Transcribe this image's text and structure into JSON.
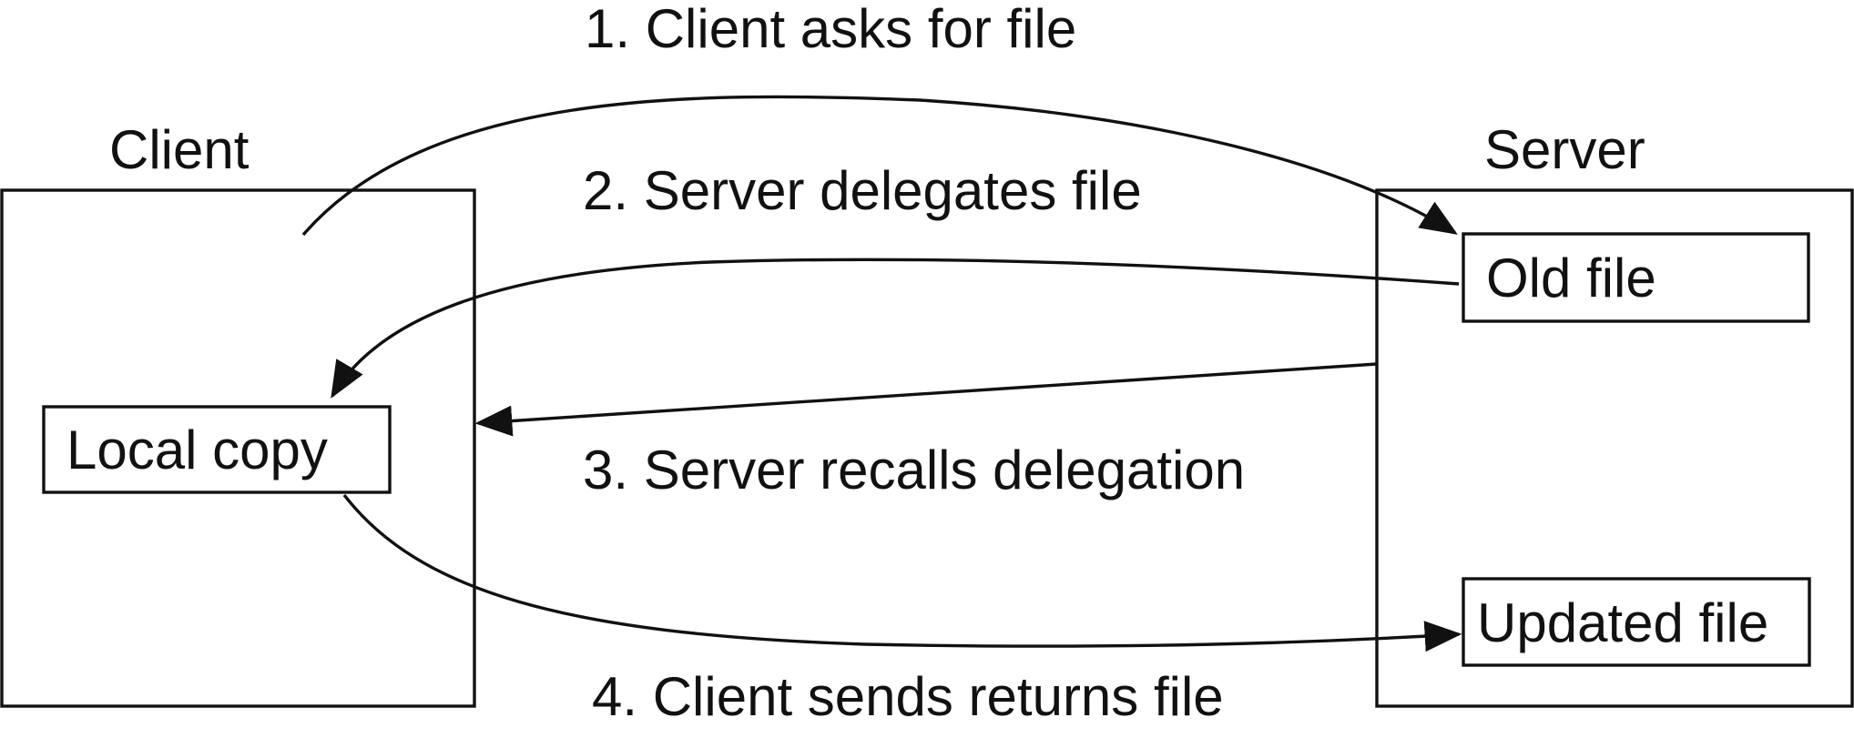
{
  "diagram": {
    "client_label": "Client",
    "server_label": "Server",
    "local_copy_label": "Local copy",
    "old_file_label": "Old file",
    "updated_file_label": "Updated file",
    "steps": [
      {
        "label": "1. Client asks for file"
      },
      {
        "label": "2. Server delegates file"
      },
      {
        "label": "3. Server recalls delegation"
      },
      {
        "label": "4. Client sends returns file"
      }
    ]
  },
  "colors": {
    "line": "#111111",
    "background": "#ffffff"
  }
}
